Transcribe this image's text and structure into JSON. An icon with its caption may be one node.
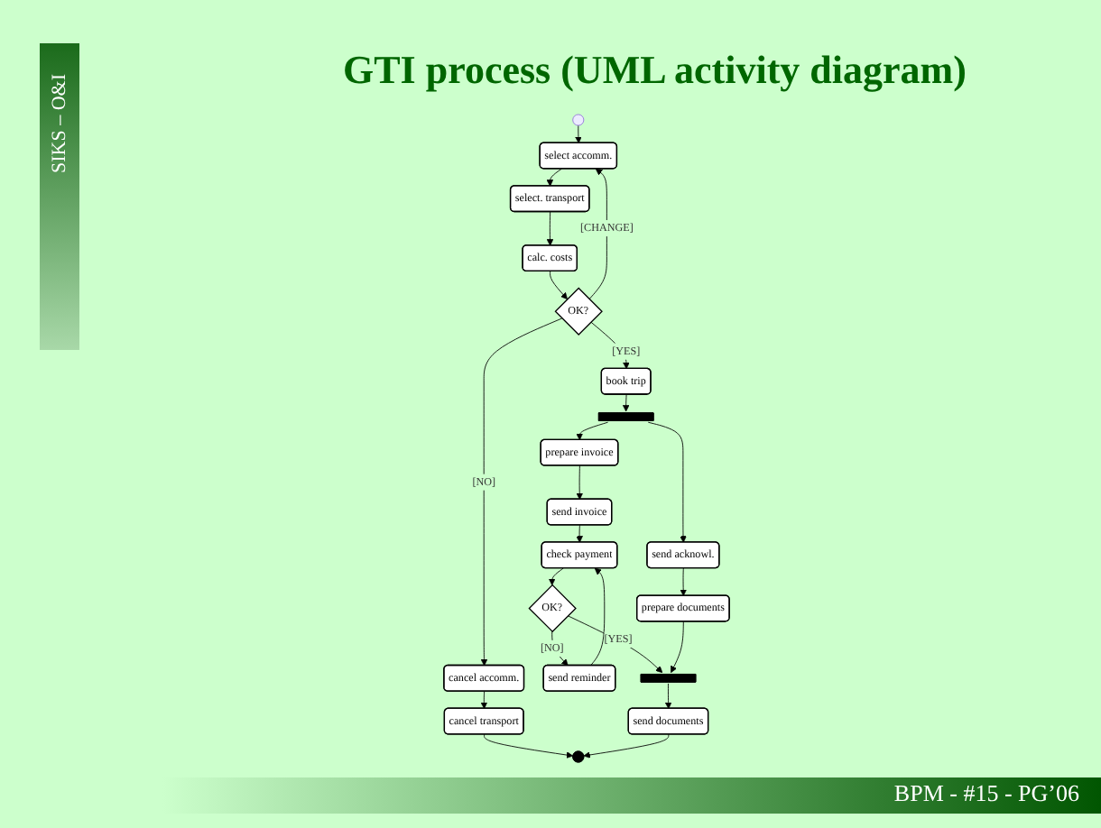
{
  "diagram": {
    "title": "GTI process (UML activity diagram)",
    "nodes": [
      {
        "text": [],
        "shape": "circle"
      },
      {
        "text": [
          "select accomm."
        ]
      },
      {
        "text": [
          "select. transport"
        ]
      },
      {
        "text": [
          "calc. costs"
        ]
      },
      {
        "text": [
          "OK?"
        ]
      },
      {
        "text": [
          "cancel accomm."
        ]
      },
      {
        "text": [
          "cancel transport"
        ]
      },
      {
        "text": [],
        "shape": "circle"
      },
      {
        "text": [
          "book trip"
        ]
      },
      {
        "text": [],
        "shape": "bar"
      },
      {
        "text": [
          "send acknowl."
        ]
      },
      {
        "text": [
          "prepare invoice"
        ]
      },
      {
        "text": [
          "prepare documents"
        ]
      },
      {
        "text": [
          "send invoice"
        ]
      },
      {
        "text": [
          "check payment"
        ]
      },
      {
        "text": [
          "send reminder"
        ]
      },
      {
        "text": [
          "OK?"
        ]
      },
      {
        "text": [],
        "shape": "bar"
      },
      {
        "text": [
          "send documents"
        ]
      }
    ],
    "edges": [
      {
        "from": 0,
        "to": 1,
        "arrow": "to"
      },
      {
        "from": 1,
        "to": 2,
        "arrow": "to"
      },
      {
        "from": 2,
        "to": 3,
        "arrow": "to"
      },
      {
        "from": 3,
        "to": 4,
        "arrow": "to"
      },
      {
        "from": 4,
        "to": 1,
        "arrow": "to",
        "label": "[CHANGE]"
      },
      {
        "from": 4,
        "to": 8,
        "arrow": "to",
        "label": "[YES]"
      },
      {
        "from": 4,
        "to": 5,
        "arrow": "to",
        "label": "[NO]"
      },
      {
        "from": 5,
        "to": 6,
        "arrow": "to"
      },
      {
        "from": 6,
        "to": 7,
        "arrow": "to"
      },
      {
        "from": 8,
        "to": 9,
        "arrow": "to"
      },
      {
        "from": 9,
        "to": 10,
        "arrow": "to"
      },
      {
        "from": 9,
        "to": 11,
        "arrow": "to"
      },
      {
        "from": 10,
        "to": 12,
        "arrow": "to"
      },
      {
        "from": 11,
        "to": 13,
        "arrow": "to"
      },
      {
        "from": 13,
        "to": 14,
        "arrow": "to"
      },
      {
        "from": 14,
        "to": 16,
        "arrow": "to"
      },
      {
        "from": 16,
        "to": 15,
        "arrow": "to",
        "label": "[NO]"
      },
      {
        "from": 15,
        "to": 14,
        "arrow": "to"
      },
      {
        "from": 16,
        "to": 17,
        "arrow": "to",
        "label": "[YES]"
      },
      {
        "from": 12,
        "to": 17,
        "arrow": "to"
      },
      {
        "from": 17,
        "to": 18,
        "arrow": "to"
      },
      {
        "from": 18,
        "to": 7,
        "arrow": "to"
      }
    ],
    "labels": [
      "SIKS – O&I",
      "BPM -  #15 - PG’06"
    ]
  }
}
